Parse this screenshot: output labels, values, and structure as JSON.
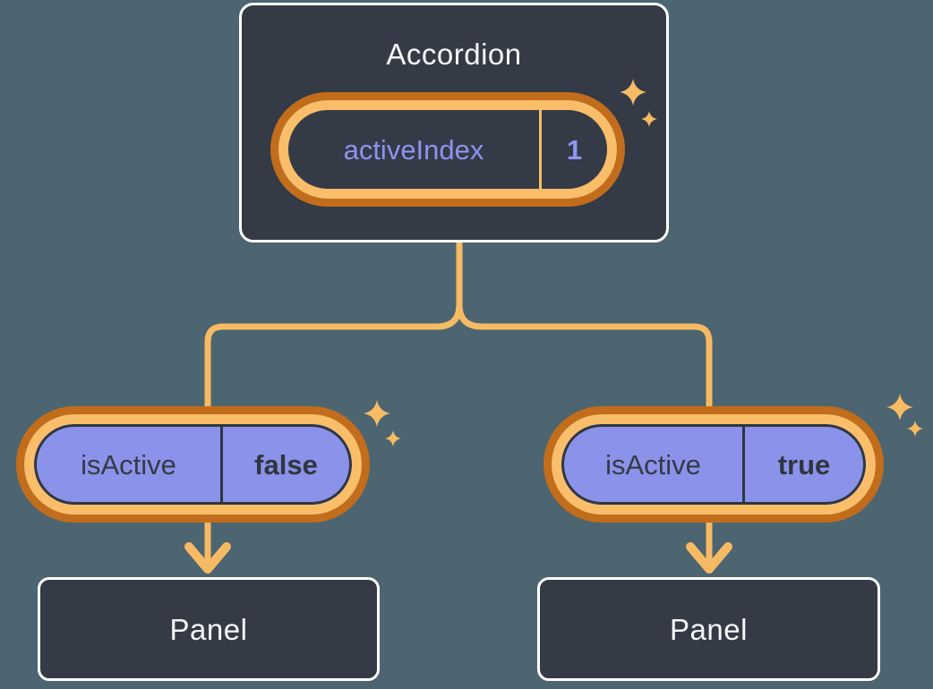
{
  "diagram": {
    "description": "React component tree: Accordion holds state, passes props to two Panels",
    "root": {
      "title": "Accordion",
      "state": {
        "name": "activeIndex",
        "value": "1"
      }
    },
    "children": [
      {
        "prop": {
          "name": "isActive",
          "value": "false"
        },
        "child": {
          "title": "Panel"
        }
      },
      {
        "prop": {
          "name": "isActive",
          "value": "true"
        },
        "child": {
          "title": "Panel"
        }
      }
    ],
    "icons": {
      "sparkle": "four-point-star"
    },
    "colors": {
      "background": "#4C6570",
      "box_fill": "#343A46",
      "box_border": "#FFFFFF",
      "ring_outer_orange": "#C26D1B",
      "ring_inner_orange": "#FABD69",
      "connector_orange": "#F7BA64",
      "prop_pill_fill": "#8A93E9",
      "state_text_purple": "#8B94EE",
      "prop_text_dark": "#333A46",
      "label_text": "#F5F7F9"
    }
  }
}
